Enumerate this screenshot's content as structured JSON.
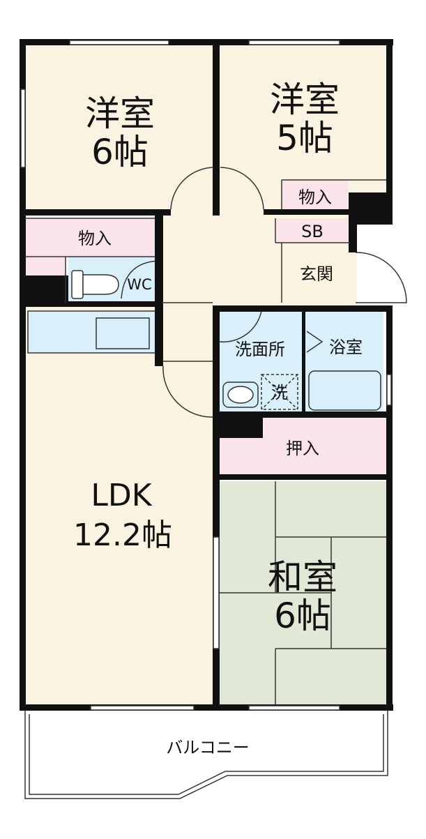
{
  "rooms": {
    "western_6": {
      "name": "洋室",
      "size": "6帖"
    },
    "western_5": {
      "name": "洋室",
      "size": "5帖"
    },
    "closet_top_right": "物入",
    "closet_left": "物入",
    "shoe_box": "SB",
    "entrance": "玄関",
    "toilet": "WC",
    "washroom": "洗面所",
    "laundry": "洗",
    "bath": "浴室",
    "oshiire": "押入",
    "ldk": {
      "name": "LDK",
      "size": "12.2帖"
    },
    "japanese_6": {
      "name": "和室",
      "size": "6帖"
    },
    "balcony": "バルコニー"
  },
  "colors": {
    "floor": "#fbf3e1",
    "storage": "#fbe3ea",
    "wet": "#d9effa",
    "tatami": "#e2e8d6",
    "wall": "#111111"
  }
}
